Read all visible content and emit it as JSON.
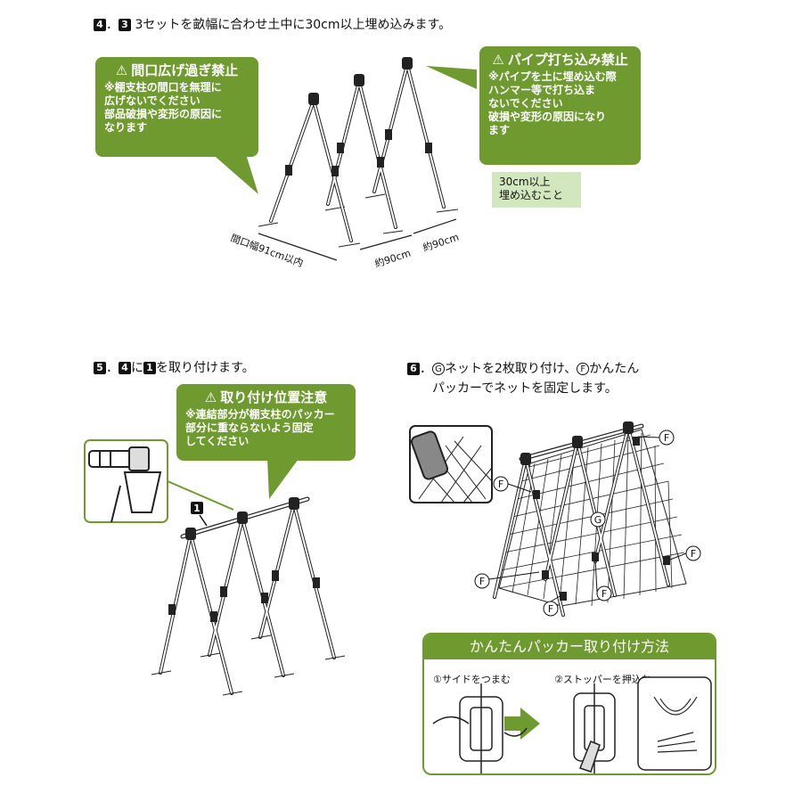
{
  "step4": {
    "title_n1": "4",
    "title_sep": "．",
    "title_n2": "3",
    "title_text": "3セットを畝幅に合わせ土中に30cm以上埋め込みます。",
    "callout_left": {
      "head": "間口広げ過ぎ禁止",
      "body": "※棚支柱の間口を無理に\n広げないでください\n部品破損や変形の原因に\nなります"
    },
    "callout_right": {
      "head": "パイプ打ち込み禁止",
      "body": "※パイプを土に埋め込む際\nハンマー等で打ち込ま\nないでください\n破損や変形の原因になり\nます"
    },
    "bury_note": "30cm以上\n埋め込むこと",
    "dim_width": "間口幅91cm以内",
    "dim_gap1": "約90cm",
    "dim_gap2": "約90cm"
  },
  "step5": {
    "title_n1": "5",
    "title_sep": "．",
    "title_n2": "4",
    "title_mid": "に",
    "title_n3": "1",
    "title_text": "を取り付けます。",
    "callout": {
      "head": "取り付け位置注意",
      "body": "※連結部分が棚支柱のパッカー\n部分に重ならないよう固定\nしてください"
    },
    "part_label": "1"
  },
  "step6": {
    "title_n1": "6",
    "title_sep": "．",
    "title_g": "G",
    "title_text1": "ネットを2枚取り付け、",
    "title_f": "F",
    "title_text2": "かんたん",
    "title_line2": "パッカーでネットを固定します。",
    "labels": [
      "F",
      "F",
      "G",
      "F",
      "F",
      "F",
      "F"
    ]
  },
  "packer": {
    "title": "かんたんパッカー取り付け方法",
    "step1": "①サイドをつまむ",
    "step2": "②ストッパーを押込む"
  },
  "colors": {
    "accent": "#6f9a30",
    "light": "#d2e7bd"
  },
  "icons": {
    "warning": "warning-icon",
    "arrow": "arrow-right-icon"
  }
}
